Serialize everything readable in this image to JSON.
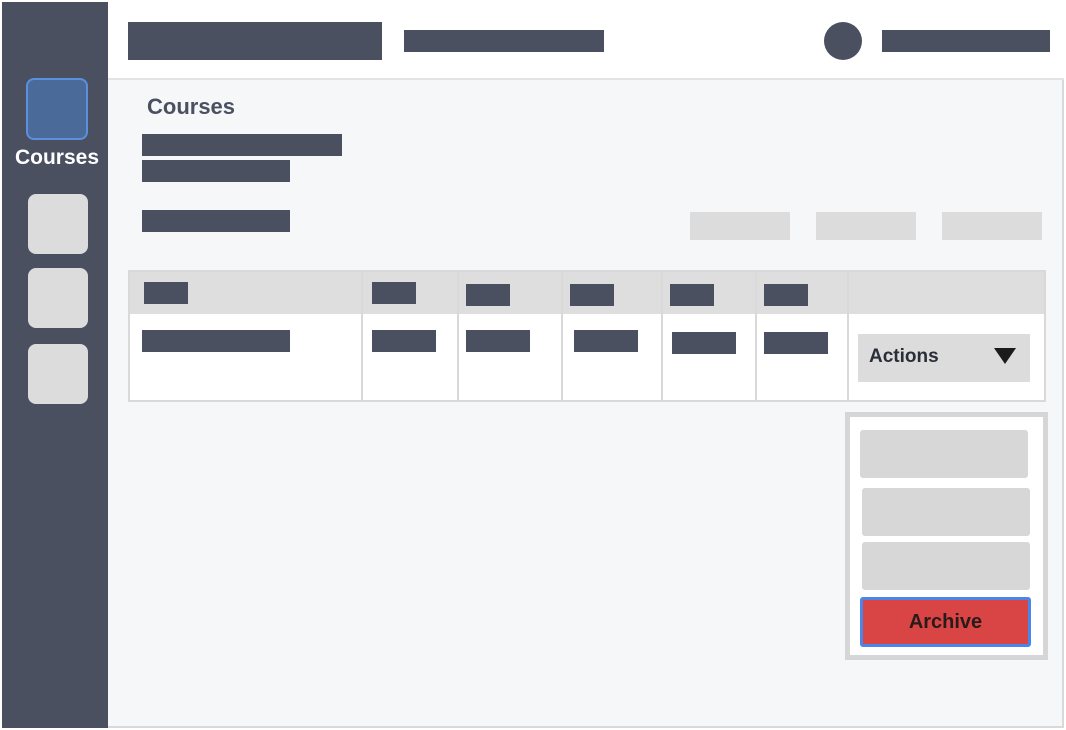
{
  "sidebar": {
    "items": [
      {
        "label": "Courses",
        "icon": "courses-icon",
        "active": true
      },
      {
        "label": "",
        "icon": "nav-placeholder-icon",
        "active": false
      },
      {
        "label": "",
        "icon": "nav-placeholder-icon",
        "active": false
      },
      {
        "label": "",
        "icon": "nav-placeholder-icon",
        "active": false
      }
    ]
  },
  "main": {
    "title": "Courses"
  },
  "table": {
    "row_actions_label": "Actions"
  },
  "actions_menu": {
    "items": [
      "",
      "",
      ""
    ],
    "archive_label": "Archive"
  },
  "colors": {
    "sidebar_bg": "#4a5060",
    "accent_blue": "#5b8fe0",
    "danger_red": "#d94545",
    "placeholder_gray": "#dcdcdc"
  }
}
